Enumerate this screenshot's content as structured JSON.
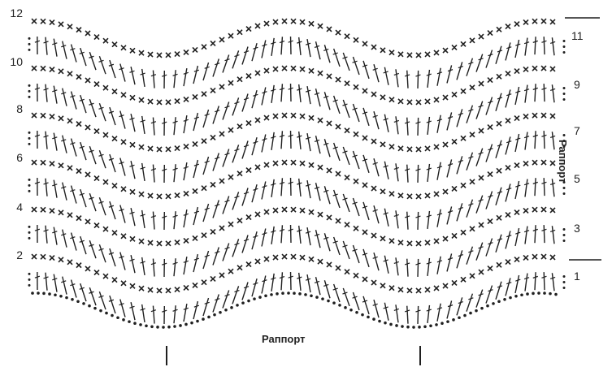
{
  "diagram": {
    "left_row_numbers": [
      "12",
      "10",
      "8",
      "6",
      "4",
      "2"
    ],
    "right_row_numbers": [
      "11",
      "9",
      "7",
      "5",
      "3",
      "1"
    ],
    "repeat_label_bottom": "Раппорт",
    "repeat_label_side": "Раппорт",
    "ink_color": "#1f1f1f"
  }
}
